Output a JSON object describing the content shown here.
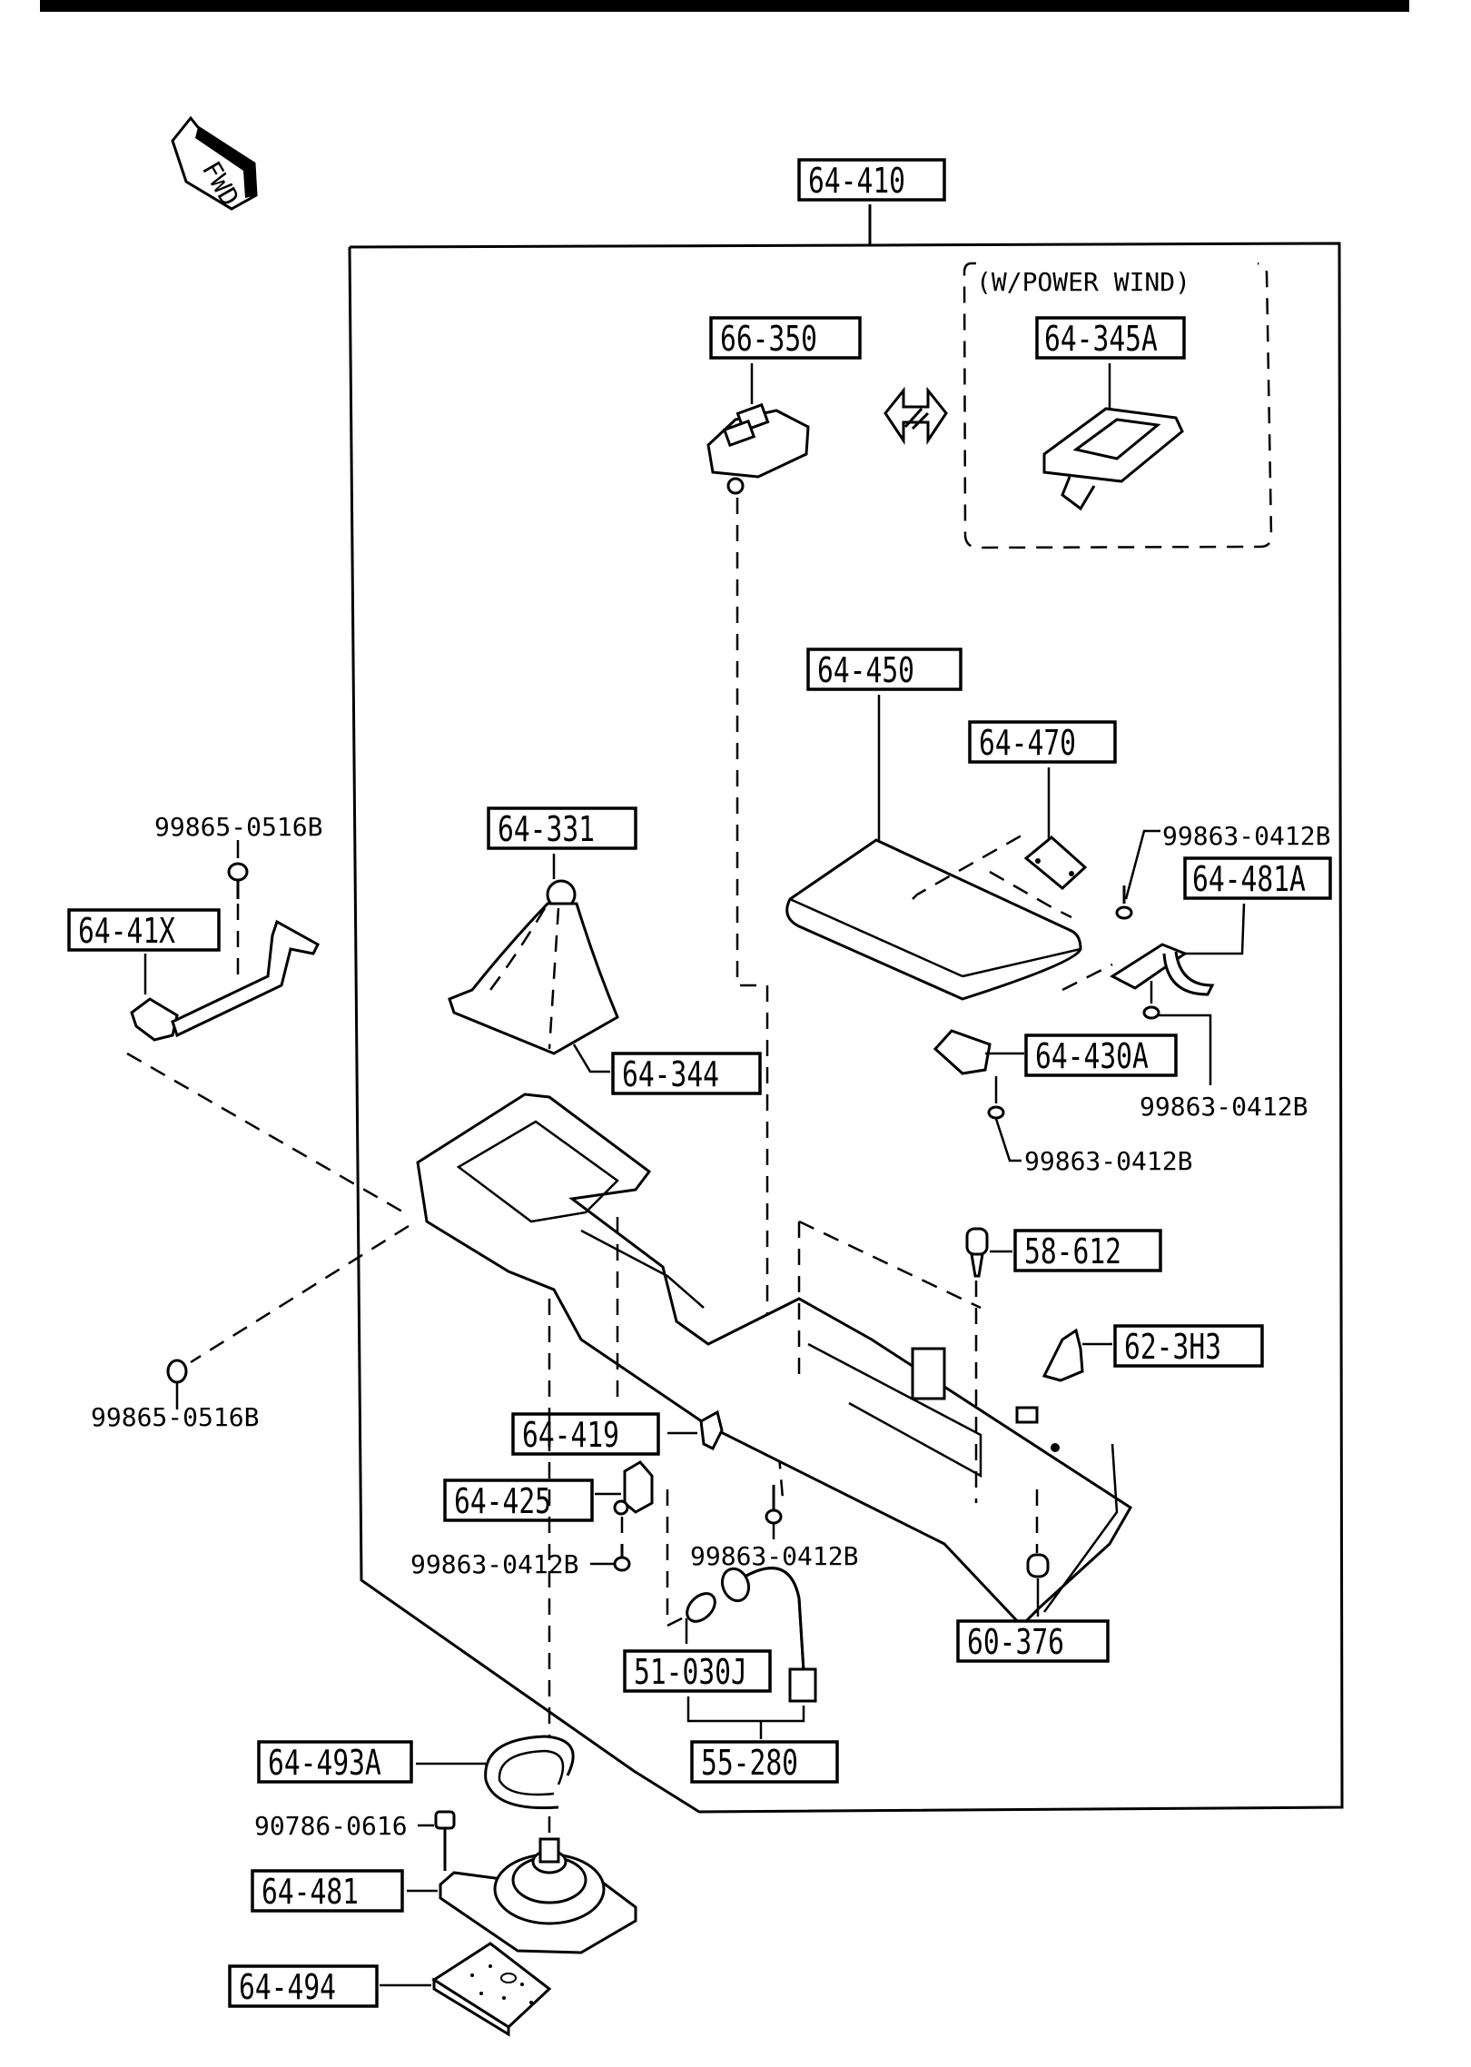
{
  "diagram": {
    "direction_indicator": "FWD",
    "assembly_label": "64-410",
    "option_group": {
      "title": "(W/POWER WIND)",
      "part": "64-345A"
    },
    "parts": {
      "p_66_350": "66-350",
      "p_64_450": "64-450",
      "p_64_470": "64-470",
      "p_64_481A": "64-481A",
      "p_64_430A": "64-430A",
      "p_64_331": "64-331",
      "p_64_344": "64-344",
      "p_64_41X": "64-41X",
      "p_58_612": "58-612",
      "p_62_3H3": "62-3H3",
      "p_64_419": "64-419",
      "p_64_425": "64-425",
      "p_51_030J": "51-030J",
      "p_55_280": "55-280",
      "p_60_376": "60-376",
      "p_64_493A": "64-493A",
      "p_64_481": "64-481",
      "p_64_494": "64-494"
    },
    "fasteners": {
      "f_top_left": "99865-0516B",
      "f_bottom_left": "99865-0516B",
      "f_hinge_470": "99863-0412B",
      "f_bracket_481A": "99863-0412B",
      "f_430A": "99863-0412B",
      "f_425": "99863-0412B",
      "f_center": "99863-0412B",
      "f_481": "90786-0616"
    }
  }
}
